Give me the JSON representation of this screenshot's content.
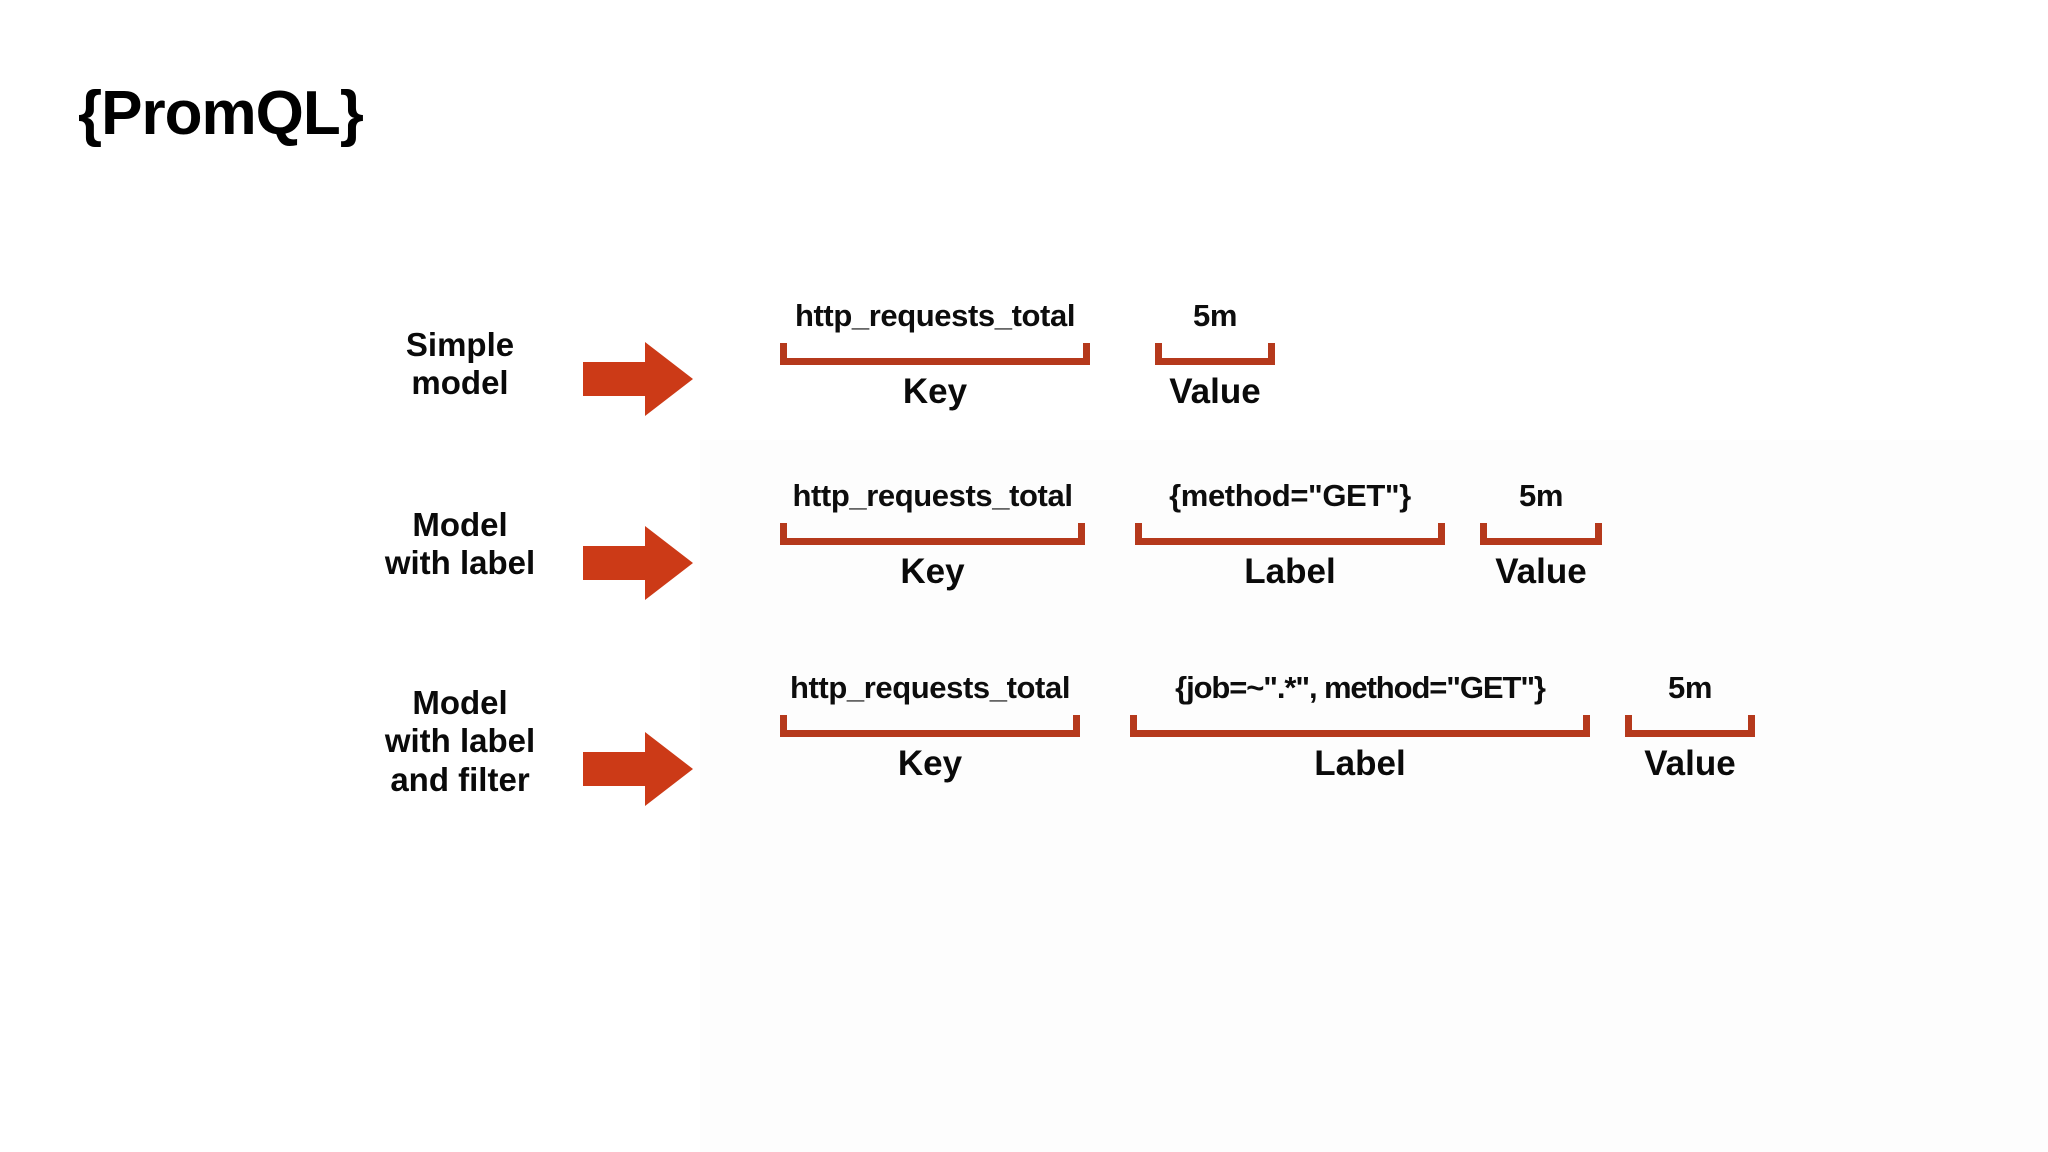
{
  "title": "{PromQL}",
  "accent_color": "#cc3a17",
  "bracket_color": "#b5391c",
  "text_color": "#0a0a0a",
  "background_color": "#ffffff",
  "icons": {
    "arrow": "right-block-arrow-icon"
  },
  "segment_names": {
    "key": "Key",
    "label": "Label",
    "value": "Value"
  },
  "rows": [
    {
      "caption_lines": [
        "Simple",
        "model"
      ],
      "segments": [
        {
          "expr": "http_requests_total",
          "name": "Key"
        },
        {
          "expr": "5m",
          "name": "Value"
        }
      ]
    },
    {
      "caption_lines": [
        "Model",
        "with label"
      ],
      "segments": [
        {
          "expr": "http_requests_total",
          "name": "Key"
        },
        {
          "expr": "{method=\"GET\"}",
          "name": "Label"
        },
        {
          "expr": "5m",
          "name": "Value"
        }
      ]
    },
    {
      "caption_lines": [
        "Model",
        "with label",
        "and filter"
      ],
      "segments": [
        {
          "expr": "http_requests_total",
          "name": "Key"
        },
        {
          "expr": "{job=~\".*\", method=\"GET\"}",
          "name": "Label"
        },
        {
          "expr": "5m",
          "name": "Value"
        }
      ]
    }
  ]
}
